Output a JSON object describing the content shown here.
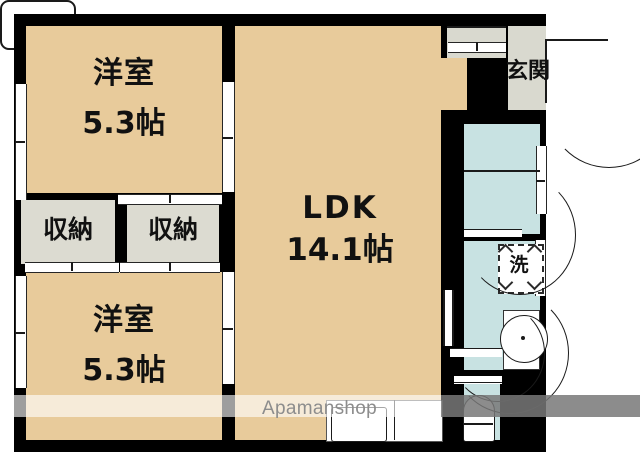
{
  "plan": {
    "watermark": "Apamanshop",
    "colors": {
      "floor": "#e8cb9b",
      "wet_area": "#c8e2e2",
      "closet": "#dcdbd1",
      "entrance": "#d9d9cf",
      "wall": "#000000",
      "fixture_white": "#ffffff",
      "text": "#111111"
    },
    "rooms": [
      {
        "id": "washitsu_top",
        "name": "洋室",
        "size": "5.3帖"
      },
      {
        "id": "washitsu_bottom",
        "name": "洋室",
        "size": "5.3帖"
      },
      {
        "id": "ldk",
        "name": "LDK",
        "size": "14.1帖"
      }
    ],
    "closets": [
      {
        "id": "closet_left",
        "label": "収納"
      },
      {
        "id": "closet_right",
        "label": "収納"
      }
    ],
    "entrance": {
      "label": "玄関"
    },
    "utility": {
      "washer_label": "洗"
    },
    "fixtures": [
      {
        "id": "bathtub",
        "name": "bathtub"
      },
      {
        "id": "wash-basin",
        "name": "wash-basin"
      },
      {
        "id": "toilet",
        "name": "toilet"
      },
      {
        "id": "kitchen-sink",
        "name": "kitchen-sink"
      },
      {
        "id": "kitchen-counter",
        "name": "kitchen-counter"
      }
    ],
    "doors": [
      {
        "id": "entrance-door",
        "swing": "outward"
      },
      {
        "id": "bath-door",
        "swing": "inward"
      },
      {
        "id": "utility-door",
        "swing": "inward"
      },
      {
        "id": "toilet-door",
        "swing": "inward"
      }
    ]
  }
}
